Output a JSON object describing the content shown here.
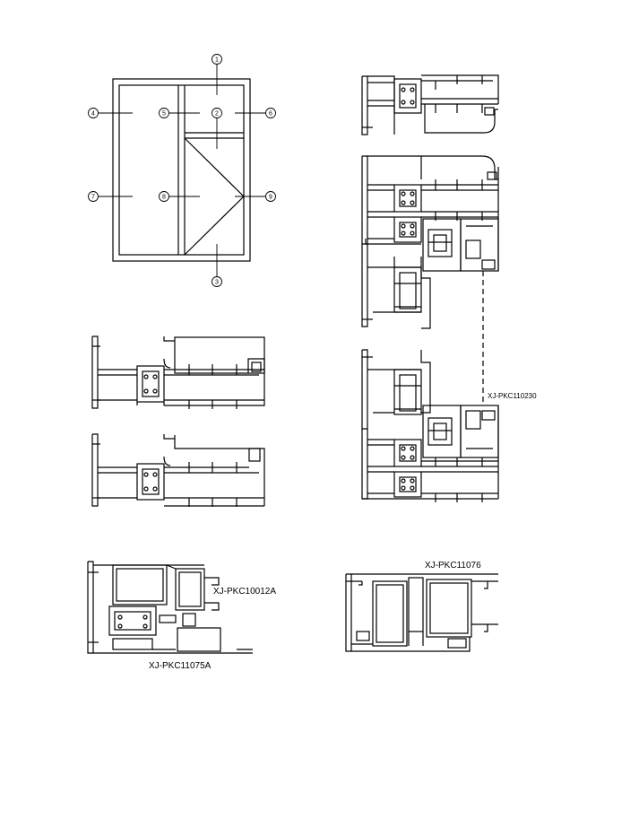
{
  "elevation": {
    "markers": [
      "1",
      "2",
      "3",
      "4",
      "5",
      "6",
      "7",
      "8",
      "9"
    ]
  },
  "labels": {
    "profile_a": "XJ-PKC10012A",
    "profile_b": "XJ-PKC11075A",
    "profile_c": "XJ-PKC11076",
    "profile_d": "XJ-PKC110230"
  },
  "colors": {
    "line": "#000000",
    "background": "#ffffff"
  }
}
